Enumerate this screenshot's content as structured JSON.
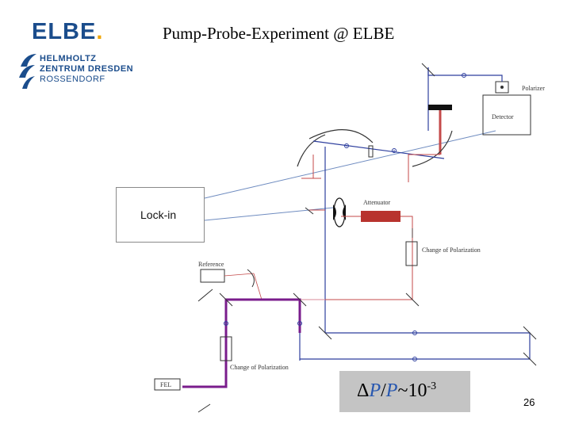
{
  "header": {
    "title": "Pump-Probe-Experiment @ ELBE",
    "elbe_logo": "ELBE",
    "elbe_logo_dot": ".",
    "hzdr_logo_line1": "HELMHOLTZ",
    "hzdr_logo_line2": "ZENTRUM DRESDEN",
    "hzdr_logo_line3": "ROSSENDORF"
  },
  "diagram": {
    "lockin_label": "Lock-in",
    "labels": {
      "polarizer": "Polarizer",
      "detector": "Detector",
      "attenuator": "Attenuator",
      "change_polarization_top": "Change of Polarization",
      "reference": "Reference",
      "change_polarization_bottom": "Change of Polarization",
      "fel": "FEL"
    }
  },
  "formula": {
    "delta": "Δ",
    "p1": "P",
    "slash": "/",
    "p2": "P",
    "tilde_base": "~10",
    "exponent": "-3"
  },
  "footer": {
    "page_number": "26"
  },
  "colors": {
    "probe_blue": "#2e3f9e",
    "pump_red": "#c44a4a",
    "fel_purple": "#7a1d8c",
    "attenuator_red": "#b8332e",
    "dark_beam": "#2b2b6e",
    "gray_box": "#c4c4c4"
  }
}
